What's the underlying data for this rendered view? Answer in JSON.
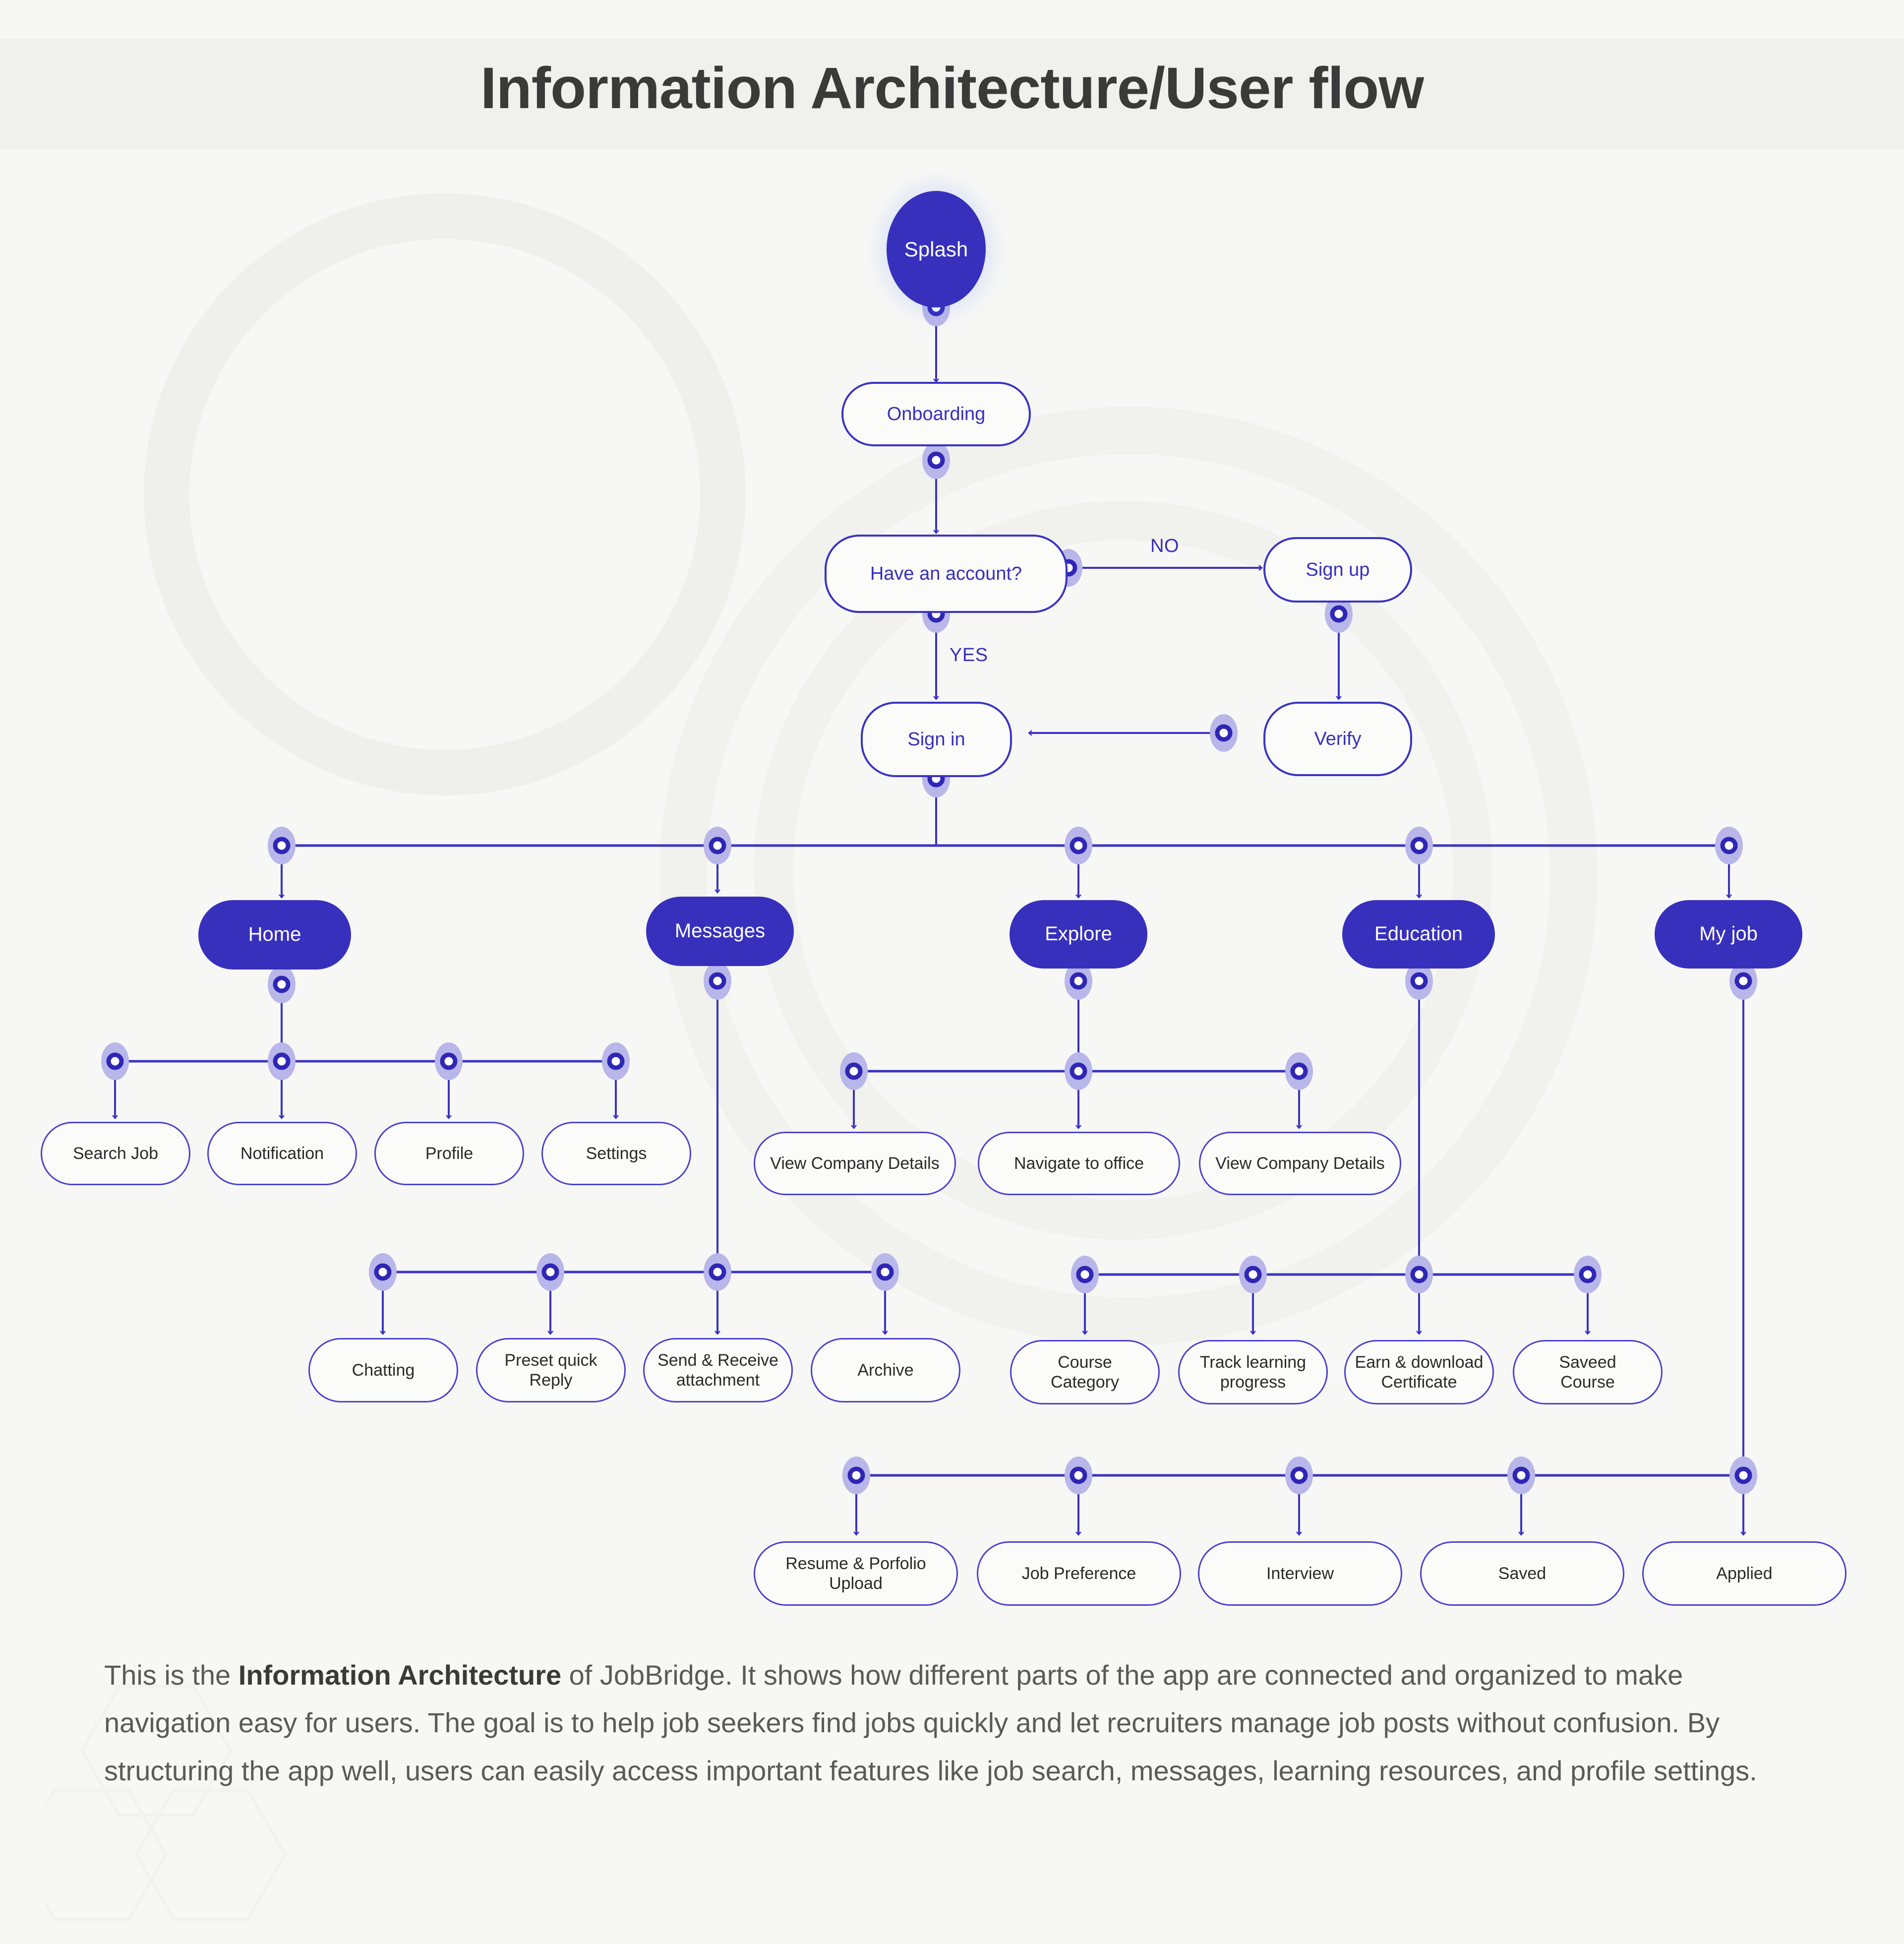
{
  "header": {
    "title": "Information Architecture/User flow"
  },
  "flow": {
    "splash": {
      "label": "Splash"
    },
    "onboarding": {
      "label": "Onboarding"
    },
    "decision": {
      "label": "Have an account?"
    },
    "signup": {
      "label": "Sign up"
    },
    "signin": {
      "label": "Sign in"
    },
    "verify": {
      "label": "Verify"
    },
    "edge_labels": {
      "no": "NO",
      "yes": "YES"
    }
  },
  "nav": [
    {
      "label": "Home"
    },
    {
      "label": "Messages"
    },
    {
      "label": "Explore"
    },
    {
      "label": "Education"
    },
    {
      "label": "My job"
    }
  ],
  "home_children": [
    {
      "label": "Search Job"
    },
    {
      "label": "Notification"
    },
    {
      "label": "Profile"
    },
    {
      "label": "Settings"
    }
  ],
  "explore_children": [
    {
      "label": "View Company Details"
    },
    {
      "label": "Navigate to office"
    },
    {
      "label": "View Company Details"
    }
  ],
  "messages_children": [
    {
      "label": "Chatting"
    },
    {
      "label": "Preset quick\nReply"
    },
    {
      "label": "Send &  Receive\nattachment"
    },
    {
      "label": "Archive"
    }
  ],
  "education_children": [
    {
      "label": "Course\nCategory"
    },
    {
      "label": "Track learning\nprogress"
    },
    {
      "label": "Earn & download\nCertificate"
    },
    {
      "label": "Saveed\nCourse"
    }
  ],
  "myjob_children": [
    {
      "label": "Resume & Porfolio\nUpload"
    },
    {
      "label": "Job Preference"
    },
    {
      "label": "Interview"
    },
    {
      "label": "Saved"
    },
    {
      "label": "Applied"
    }
  ],
  "caption": {
    "part1": "This is the ",
    "bold": "Information Architecture",
    "part2": " of JobBridge. It shows how different parts of the app are connected and organized to make navigation easy for users. The goal is to help job seekers find jobs quickly and let recruiters manage job posts without confusion. By structuring the app well, users can easily access important features like job search, messages, learning resources, and profile settings."
  },
  "colors": {
    "accent": "#3730bd",
    "accent_line": "#3b33c4",
    "dot_halo": "#b9b6ea",
    "canvas": "#f7f7f5",
    "band": "#f0f0ee",
    "text_dark": "#3a3a3a",
    "text_body": "#5a5a5a"
  }
}
